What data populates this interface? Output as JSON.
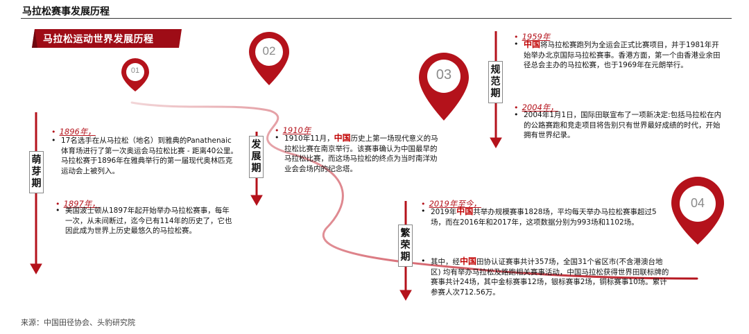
{
  "title": "马拉松赛事发展历程",
  "banner": "马拉松运动世界发展历程",
  "source": "来源：中国田径协会、头豹研究院",
  "colors": {
    "accent": "#b4121b",
    "deep": "#9e0c16"
  },
  "pins": [
    "01",
    "02",
    "03",
    "04"
  ],
  "stages": [
    {
      "label": "萌芽期",
      "chars": [
        "萌",
        "芽",
        "期"
      ]
    },
    {
      "label": "发展期",
      "chars": [
        "发",
        "展",
        "期"
      ]
    },
    {
      "label": "规范期",
      "chars": [
        "规",
        "范",
        "期"
      ]
    },
    {
      "label": "繁荣期",
      "chars": [
        "繁",
        "荣",
        "期"
      ]
    }
  ],
  "events": {
    "e1896": {
      "year": "1896年，",
      "text": "17名选手在从马拉松（地名）到雅典的Panathenaic体育场进行了第一次奥运会马拉松比赛 - 距离40公里。马拉松赛于1896年在雅典举行的第一届现代奥林匹克运动会上被列入。"
    },
    "e1897": {
      "year": "1897年，",
      "text": "美国波士顿从1897年起开始举办马拉松赛事，每年一次，从未间断过，迄今已有114年的历史了，它也因此成为世界上历史最悠久的马拉松赛。"
    },
    "e1910": {
      "year": "1910年",
      "pre": "1910年11月，",
      "hl": "中国",
      "post": "历史上第一场现代意义的马拉松比赛在南京举行。该赛事确认为中国最早的马拉松比赛，而这场马拉松的终点为当时南洋劝业会会场内的纪念塔。"
    },
    "e1959": {
      "year": "1959年",
      "hl": "中国",
      "post": "将马拉松赛跑列为全运会正式比赛项目，并于1981年开始举办北京国际马拉松赛事。香港方面，第一个由香港业余田径总会主办的马拉松赛，也于1969年在元朗举行。"
    },
    "e2004": {
      "year": "2004年，",
      "text": "2004年1月1日，国际田联宣布了一项新决定:包括马拉松在内的公路赛跑和竞走项目将告别只有世界最好成绩的时代，开始拥有世界纪录。"
    },
    "e2019": {
      "year": "2019年至今，",
      "pre": "2019年",
      "hl": "中国",
      "post": "共举办规模赛事1828场，平均每天举办马拉松赛事超过5场，而在2016年和2017年，这项数据分别为993场和1102场。"
    },
    "eChina": {
      "pre": "其中，经",
      "hl": "中国",
      "post": "田协认证赛事共计357场，全国31个省区市(不含港澳台地区) 均有举办马拉松及路跑相关赛事活动，中国马拉松获得世界田联标牌的赛事共计24场，其中金标赛事12场，银标赛事2场，铜标赛事10场。累计参赛人次712.56万。"
    }
  }
}
